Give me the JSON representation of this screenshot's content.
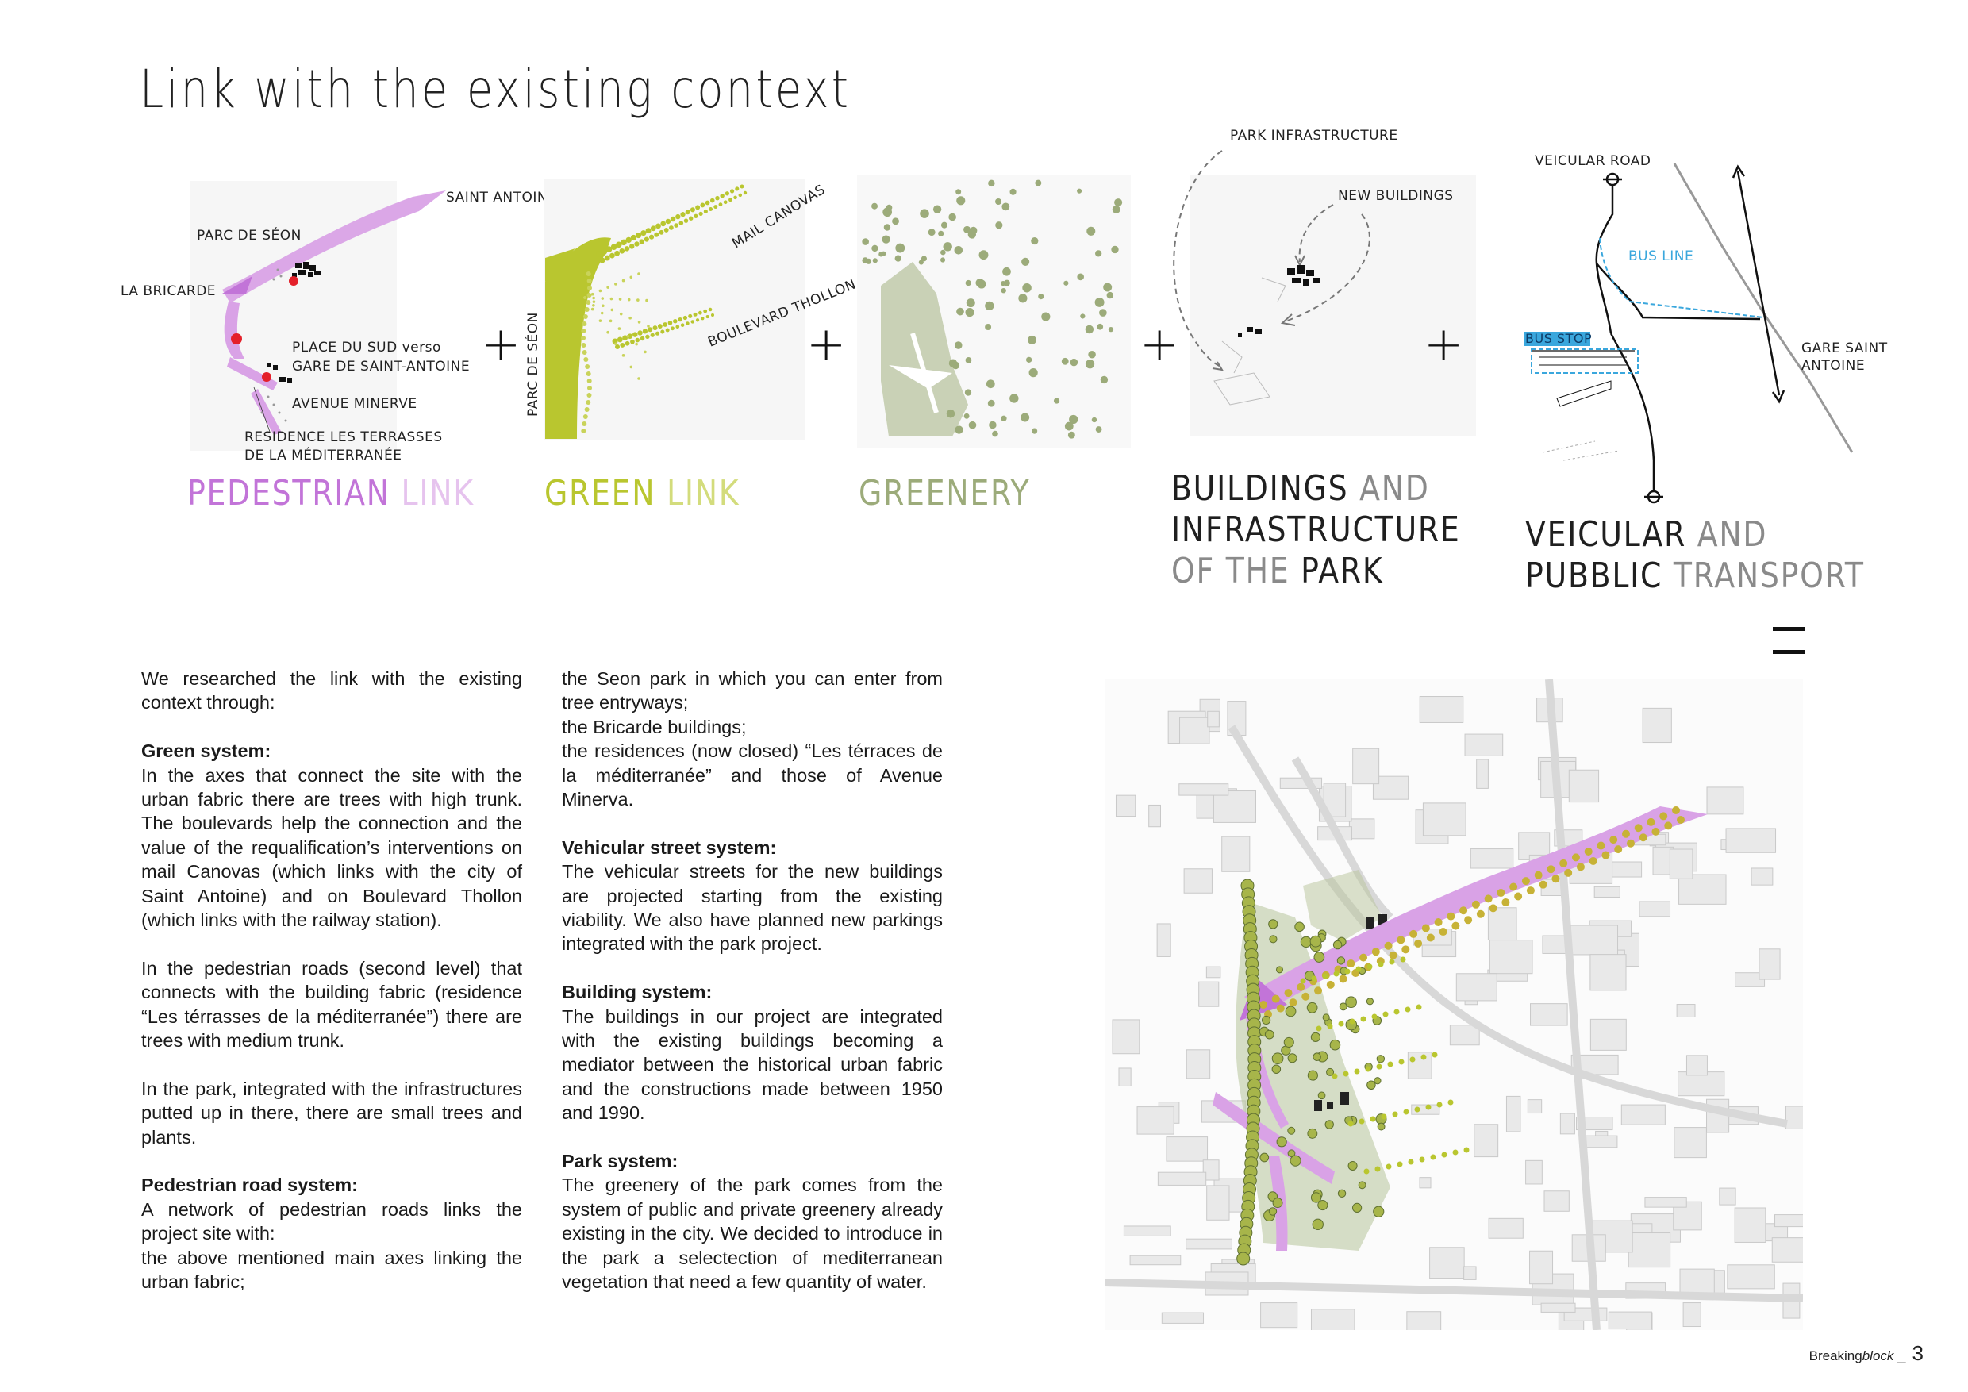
{
  "title": "Link with the existing context",
  "panels": {
    "pedestrian": {
      "labels": {
        "saint_antoine": "SAINT ANTOINE",
        "parc_de_seon": "PARC DE SÉON",
        "la_bricarde": "LA BRICARDE",
        "place_du_sud": "PLACE DU SUD verso",
        "gare": "GARE DE SAINT-ANTOINE",
        "avenue_minerve": "AVENUE MINERVE",
        "residence_1": "RESIDENCE LES TERRASSES",
        "residence_2": "DE LA MÉDITERRANÉE"
      },
      "caption_a": "PEDESTRIAN",
      "caption_b": "LINK",
      "color": "#d9a2e6"
    },
    "green_link": {
      "labels": {
        "mail_canovas": "MAIL CANOVAS",
        "boulevard_thollon": "BOULEVARD THOLLON",
        "parc_de_seon": "PARC DE SÉON"
      },
      "caption_a": "GREEN",
      "caption_b": "LINK",
      "color": "#b9c62f"
    },
    "greenery": {
      "caption": "GREENERY",
      "color": "#9cab7a"
    },
    "buildings": {
      "labels": {
        "park_infrastructure": "PARK INFRASTRUCTURE",
        "new_buildings": "NEW BUILDINGS"
      },
      "caption_l1": "BUILDINGS",
      "caption_l1b": "AND",
      "caption_l2": "INFRASTRUCTURE",
      "caption_l3a": "OF THE",
      "caption_l3b": "PARK"
    },
    "vehicular": {
      "labels": {
        "veicular_road": "VEICULAR ROAD",
        "bus_line": "BUS LINE",
        "bus_stop": "BUS STOP",
        "gare_1": "GARE SAINT",
        "gare_2": "ANTOINE"
      },
      "caption_l1a": "VEICULAR",
      "caption_l1b": "AND",
      "caption_l2a": "PUBBLIC",
      "caption_l2b": "TRANSPORT",
      "bus_color": "#3aa7dd"
    }
  },
  "operators": {
    "plus": "+"
  },
  "text": {
    "intro": "We researched the link with the existing context through:",
    "green_heading": "Green system:",
    "green_p1": "In the axes that connect the site with the urban fabric there are trees with high trunk. The boulevards help the connection and the value of the requalification’s interventions on mail Canovas (which links with the city of Saint Antoine) and on Boulevard Thollon (which links with the railway station).",
    "green_p2": "In the pedestrian roads (second level) that connects with the building fabric (residence “Les térrasses de la méditerranée”) there are trees with medium trunk.",
    "green_p3": "In the park, integrated with the infrastructures putted up in there, there are small trees and plants.",
    "ped_heading": "Pedestrian road system:",
    "ped_p1": "A network of pedestrian roads links the project site with:",
    "ped_p2": "the above mentioned main axes linking the urban fabric;",
    "ped_p3": "the Seon park in which you can enter from tree entryways;",
    "ped_p4": "the Bricarde buildings;",
    "ped_p5": "the residences (now closed) “Les térraces de la méditerranée” and those of Avenue Minerva.",
    "veh_heading": "Vehicular street system:",
    "veh_p1": "The vehicular streets for the new buildings are projected starting from the existing viability. We also have planned new parkings integrated with the park project.",
    "bld_heading": "Building system:",
    "bld_p1": "The buildings in our project are integrated with the existing buildings becoming a mediator between the historical urban fabric and the constructions made between 1950 and 1990.",
    "park_heading": "Park system:",
    "park_p1": "The greenery of the park comes from the system of public and private greenery already existing in the city. We decided to introduce in the park a selectection of mediterranean vegetation that need a few quantity of water."
  },
  "footer": {
    "brand_a": "Breaking",
    "brand_b": "block",
    "separator": "_",
    "page_number": "3"
  }
}
